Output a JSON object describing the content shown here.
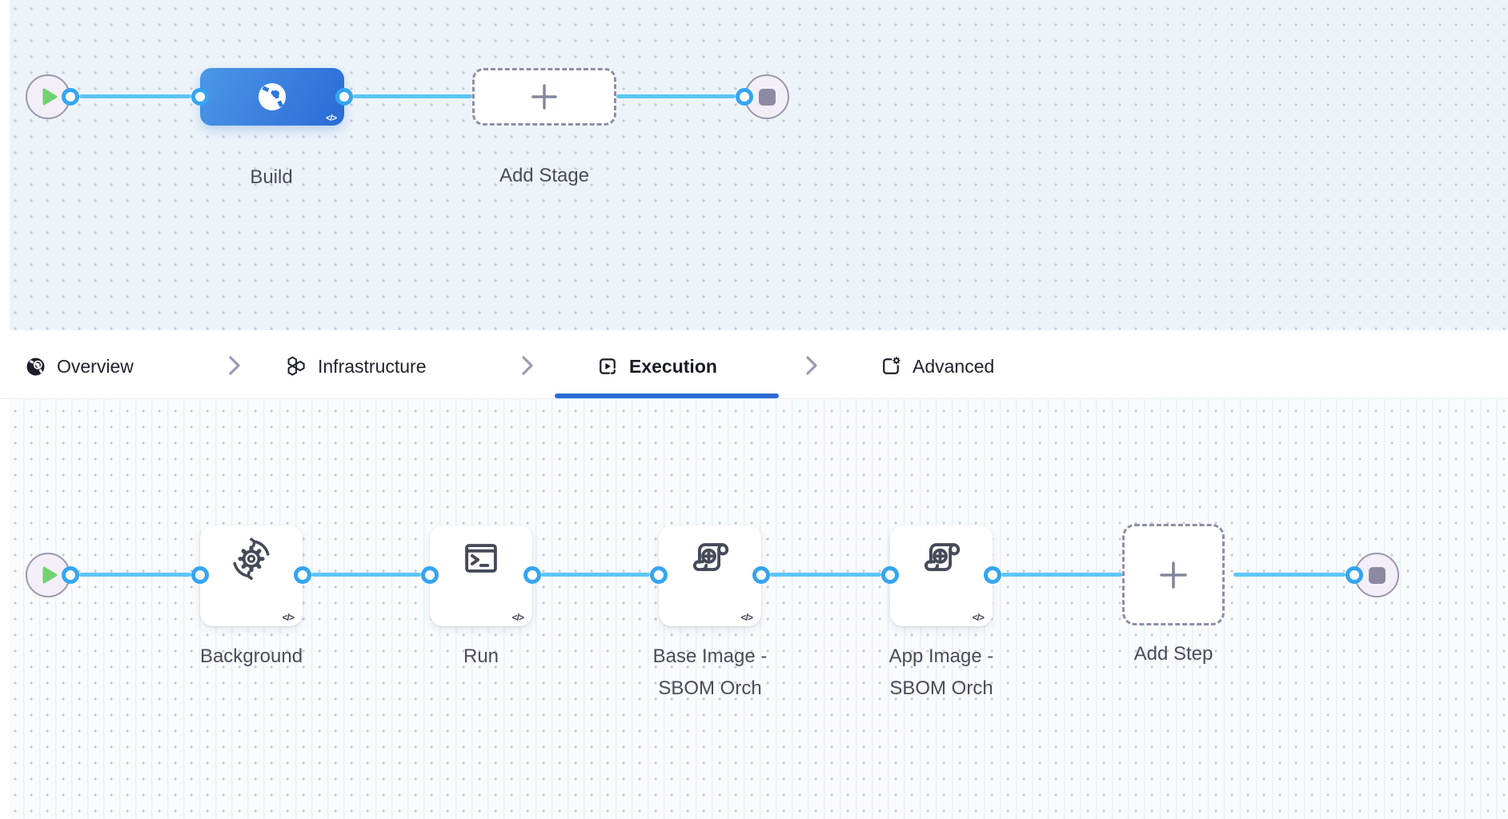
{
  "colors": {
    "canvas_top_bg": "#edf4f9",
    "canvas_bottom_bg": "#f9fbfd",
    "edge_blue": "#5dc5f6",
    "port_ring_blue": "#34a5f1",
    "active_tab_blue": "#2c6bd6",
    "stage_gradient_start": "#4b97e8",
    "stage_gradient_end": "#2a6bd5",
    "start_play_green": "#72d171",
    "end_stop_gray": "#8d89a1"
  },
  "stage_pipeline": {
    "stage": {
      "label": "Build",
      "code_glyph": "</>"
    },
    "add_stage": {
      "label": "Add Stage"
    }
  },
  "tabs": {
    "items": [
      {
        "label": "Overview",
        "icon": "pipeline-overview-icon"
      },
      {
        "label": "Infrastructure",
        "icon": "infrastructure-hexagons-icon"
      },
      {
        "label": "Execution",
        "icon": "execution-play-icon"
      },
      {
        "label": "Advanced",
        "icon": "advanced-gear-icon"
      }
    ],
    "active": "Execution"
  },
  "execution_pipeline": {
    "steps": [
      {
        "label": "Background",
        "icon": "background-sync-gear-icon",
        "code_glyph": "</>"
      },
      {
        "label": "Run",
        "icon": "run-terminal-icon",
        "code_glyph": "</>"
      },
      {
        "label": "Base Image -\nSBOM Orch",
        "icon": "sbom-scroll-plus-icon",
        "code_glyph": "</>"
      },
      {
        "label": "App Image -\nSBOM Orch",
        "icon": "sbom-scroll-plus-icon",
        "code_glyph": "</>"
      }
    ],
    "add_step": {
      "label": "Add Step"
    }
  }
}
